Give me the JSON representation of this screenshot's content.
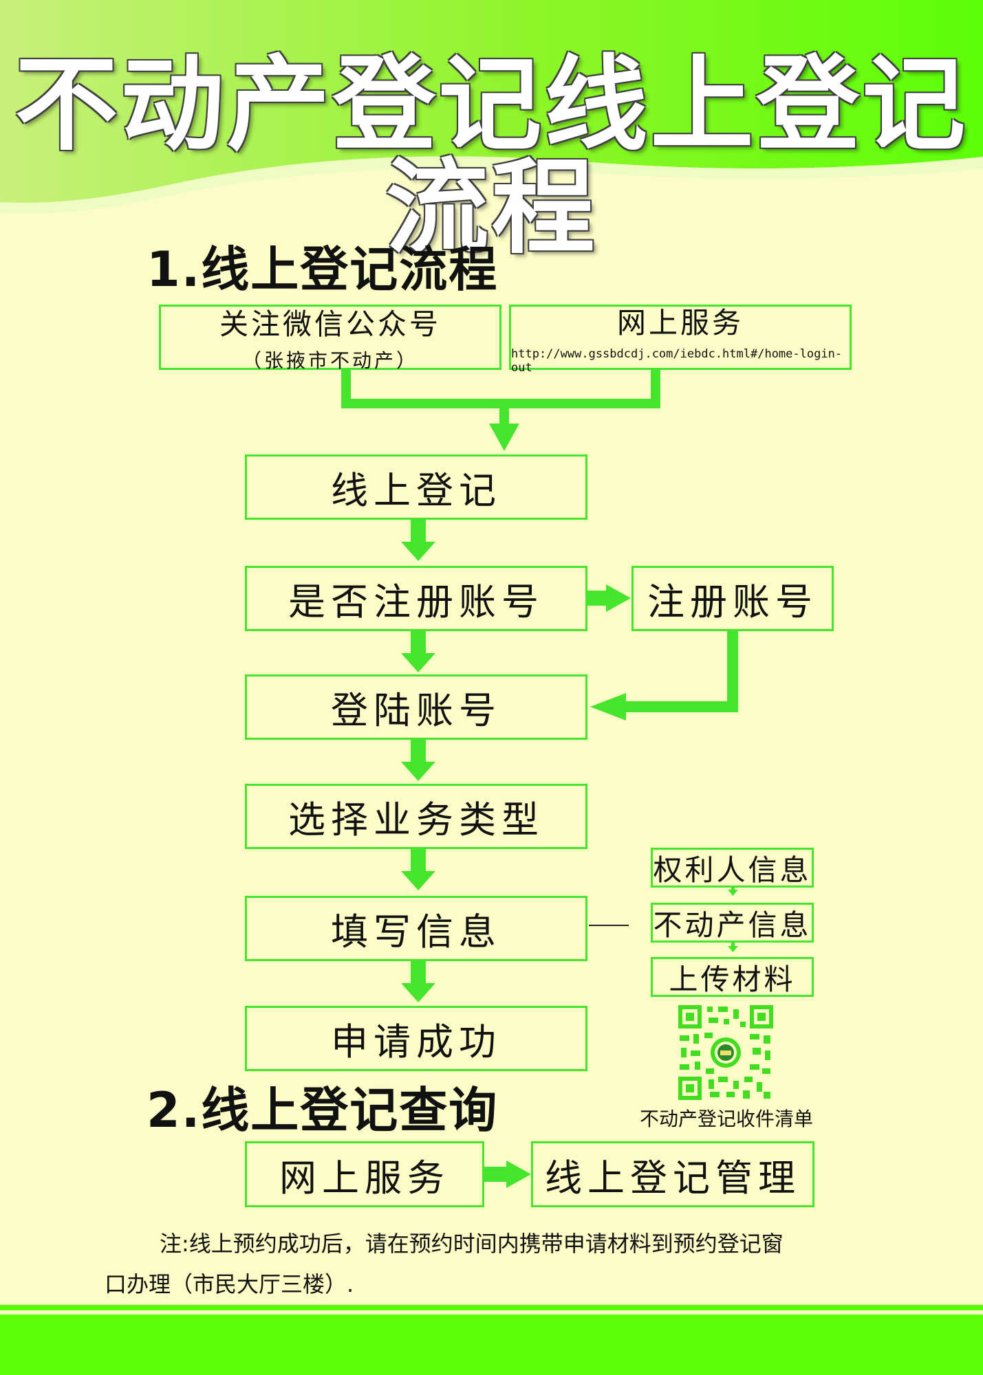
{
  "title": "不动产登记线上登记流程",
  "section1": {
    "heading": "1.线上登记流程",
    "entry_boxes": [
      {
        "label": "关注微信公众号",
        "sub": "（张掖市不动产）"
      },
      {
        "label": "网上服务",
        "url": "http://www.gssbdcdj.com/iebdc.html#/home-login-out"
      }
    ],
    "steps": [
      "线上登记",
      "是否注册账号",
      "登陆账号",
      "选择业务类型",
      "填写信息",
      "申请成功"
    ],
    "register_box": "注册账号",
    "info_steps": [
      "权利人信息",
      "不动产信息",
      "上传材料"
    ],
    "qr_caption": "不动产登记收件清单"
  },
  "section2": {
    "heading": "2.线上登记查询",
    "boxes": [
      "网上服务",
      "线上登记管理"
    ]
  },
  "note": {
    "line1": "注:线上预约成功后，请在预约时间内携带申请材料到预约登记窗",
    "line2": "口办理（市民大厅三楼）."
  },
  "colors": {
    "accent": "#44e52c",
    "background": "#fbfcc6",
    "header": "#66ff11"
  }
}
